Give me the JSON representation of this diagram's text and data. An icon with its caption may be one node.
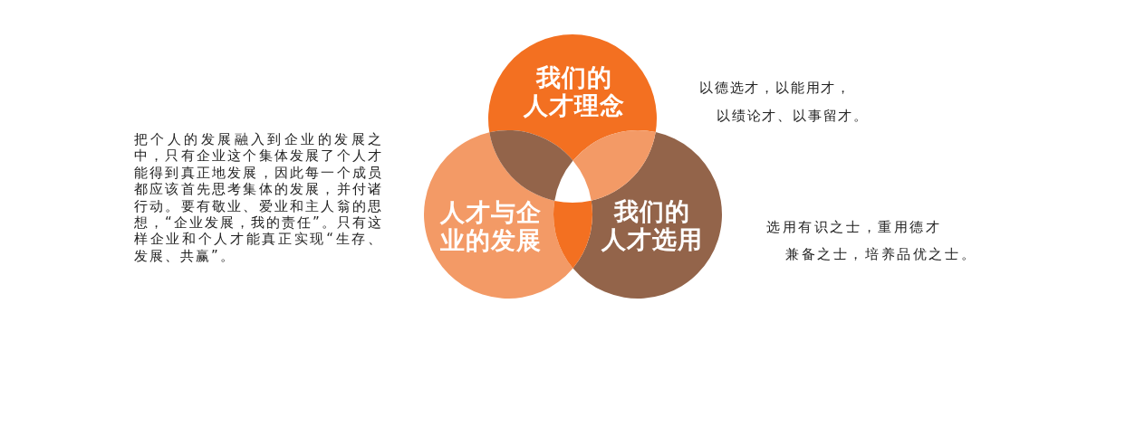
{
  "diagram": {
    "nodes": [
      {
        "text": [
          "我们的人才理念"
        ]
      },
      {
        "text": [
          "人才与企业的发展"
        ]
      },
      {
        "text": [
          "我们的人才选用"
        ]
      }
    ],
    "labels": [
      "以德选才，以能用才，以绩论才、以事留才。",
      "把个人的发展融入到企业的发展之中，只有企业这个集体发展了个人才能得到真正地发展，因此每一个成员都应该首先思考集体的发展，并付诸行动。要有敬业、爱业和主人翁的思想，“企业发展，我的责任”。只有这样企业和个人才能真正实现“生存、发展、共赢”。",
      "选用有识之士，重用德才兼备之士，培养品优之士。"
    ]
  }
}
